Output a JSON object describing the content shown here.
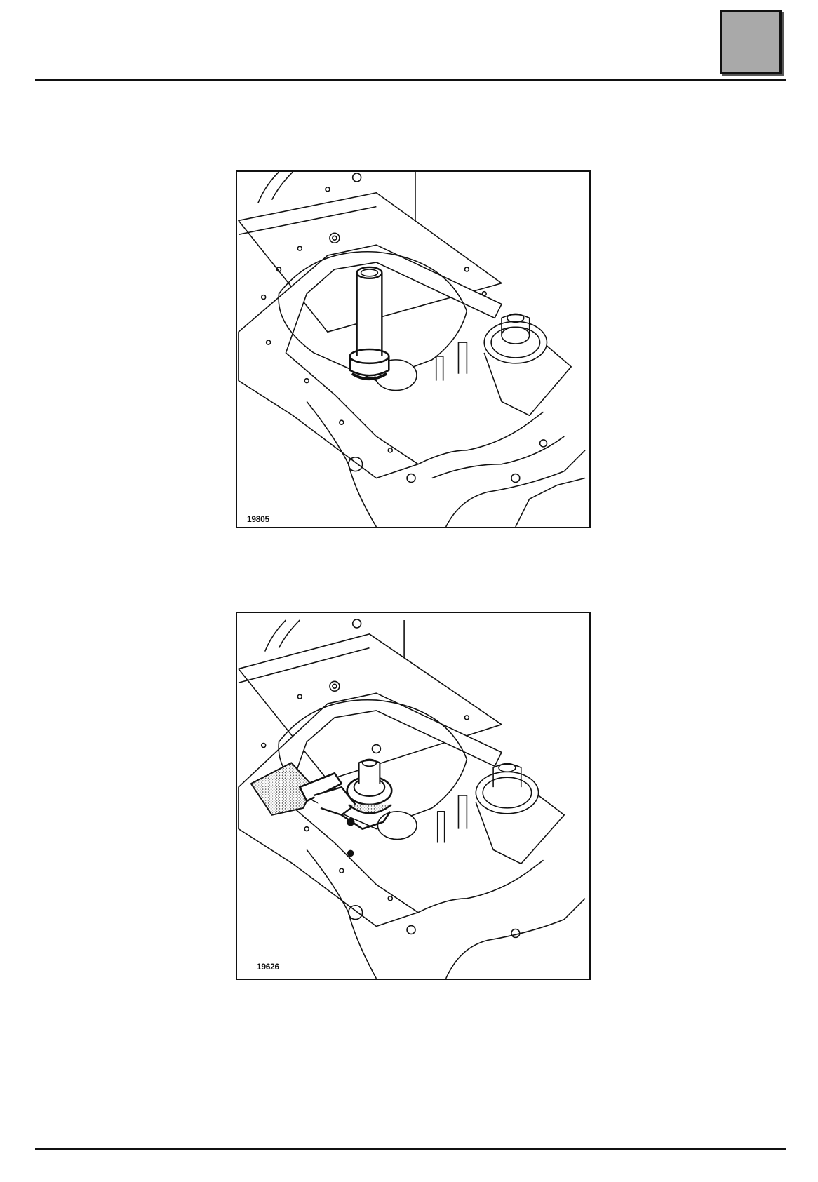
{
  "header": {
    "tab_color": "#a9a9a9"
  },
  "figures": [
    {
      "number": "19805",
      "icon": "transmission-housing-with-tube-tool"
    },
    {
      "number": "19626",
      "icon": "transmission-housing-with-clutch-bearing"
    }
  ]
}
